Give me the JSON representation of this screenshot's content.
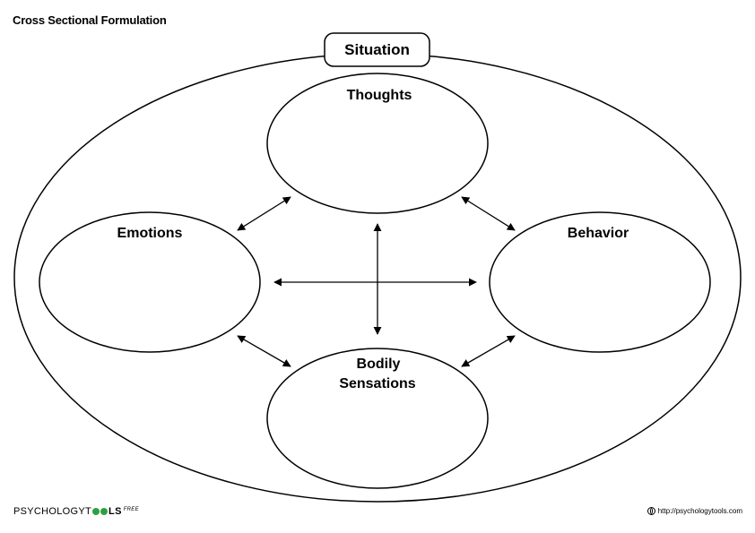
{
  "title": "Cross Sectional Formulation",
  "situation": {
    "label": "Situation"
  },
  "nodes": {
    "thoughts": {
      "label": "Thoughts"
    },
    "emotions": {
      "label": "Emotions"
    },
    "behavior": {
      "label": "Behavior"
    },
    "bodily": {
      "label_line1": "Bodily",
      "label_line2": "Sensations"
    }
  },
  "footer": {
    "logo_left": "PSYCHOLOGYT",
    "logo_right": "LS",
    "logo_suffix": "FREE",
    "logo_dot_colors": [
      "#2ea043",
      "#2ea043"
    ],
    "url": "http://psychologytools.com"
  }
}
